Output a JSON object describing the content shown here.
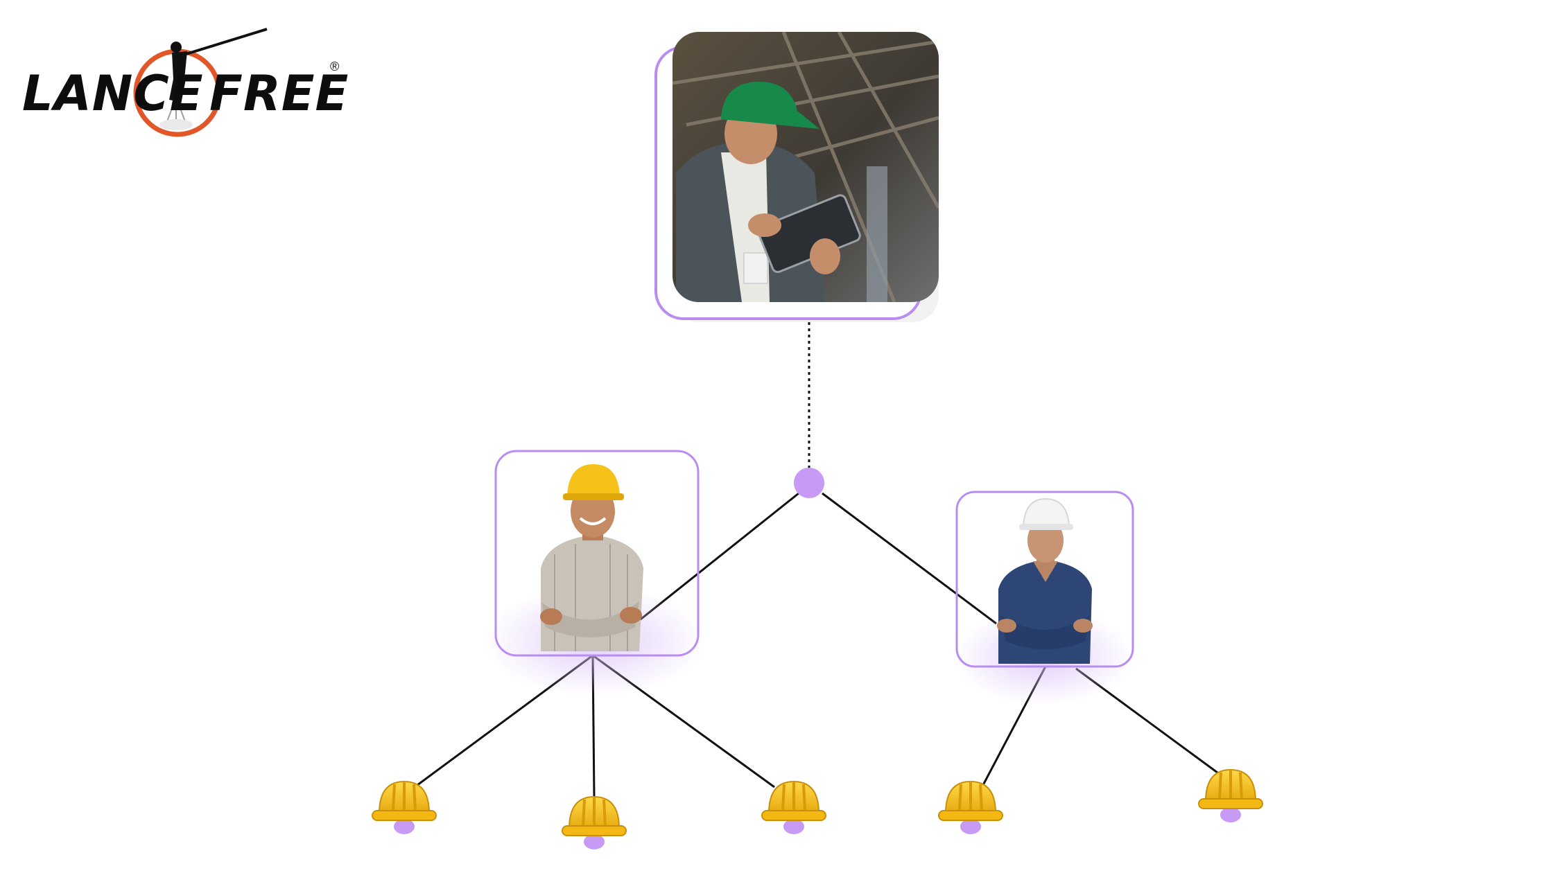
{
  "logo": {
    "left_word": "LANCE",
    "right_word": "FREE",
    "registered_mark": "®"
  },
  "colors": {
    "accent_purple": "#b98cf2",
    "node_dot": "#c69af5",
    "line": "#111111",
    "helmet_yellow": "#f6c21a",
    "logo_orange": "#e2572a"
  },
  "diagram": {
    "top_node": {
      "icon": "supervisor-with-tablet-photo"
    },
    "junction": {
      "icon": "junction-dot"
    },
    "managers": [
      {
        "icon": "worker-yellow-helmet-photo"
      },
      {
        "icon": "worker-white-helmet-photo"
      }
    ],
    "workers": [
      {
        "icon": "hard-hat-icon",
        "parent": 0
      },
      {
        "icon": "hard-hat-icon",
        "parent": 0
      },
      {
        "icon": "hard-hat-icon",
        "parent": 0
      },
      {
        "icon": "hard-hat-icon",
        "parent": 1
      },
      {
        "icon": "hard-hat-icon",
        "parent": 1
      }
    ]
  }
}
